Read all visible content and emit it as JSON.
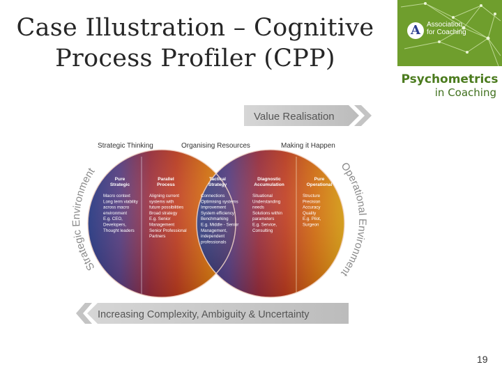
{
  "slide": {
    "title_line1": "Case Illustration – Cognitive",
    "title_line2": "Process Profiler (CPP)",
    "page_number": "19"
  },
  "logo": {
    "org_line1": "Association",
    "org_line2": "for Coaching",
    "name_line1": "Psychometrics",
    "name_line2": "in Coaching",
    "colors": {
      "green": "#6f9e2d",
      "dark_green": "#4b7b1e"
    }
  },
  "diagram": {
    "top_arrow": "Value Realisation",
    "bottom_arrow": "Increasing Complexity, Ambiguity & Uncertainty",
    "left_arc": "Strategic Environment",
    "right_arc": "Operational Environment",
    "headers": [
      "Strategic Thinking",
      "Organising Resources",
      "Making it Happen"
    ],
    "columns": [
      {
        "title": [
          "Pure",
          "Strategic"
        ],
        "lines": [
          "Macro context",
          "Long term viability",
          "across macro",
          "environment",
          "E.g. CEO,",
          "Developers,",
          "Thought leaders"
        ]
      },
      {
        "title": [
          "Parallel",
          "Process"
        ],
        "lines": [
          "Aligning current",
          "systems with",
          "future possibilities",
          "Broad strategy",
          "E.g. Senior",
          "Management",
          "Senior Professional",
          "Partners"
        ]
      },
      {
        "title": [
          "Tactical",
          "Strategy"
        ],
        "lines": [
          "Connections",
          "Optimising systems",
          "Improvement",
          "System efficiency",
          "Benchmarking",
          "E.g. Middle - Senior",
          "Management,",
          "independent",
          "professionals"
        ]
      },
      {
        "title": [
          "Diagnostic",
          "Accumulation"
        ],
        "lines": [
          "Situational",
          "Understanding",
          "needs",
          "Solutions within",
          "parameters",
          "E.g. Service,",
          "Consulting"
        ]
      },
      {
        "title": [
          "Pure",
          "Operational"
        ],
        "lines": [
          "Structure",
          "Precision",
          "Accuracy",
          "Quality",
          "E.g. Pilot,",
          "Surgeon"
        ]
      }
    ]
  }
}
